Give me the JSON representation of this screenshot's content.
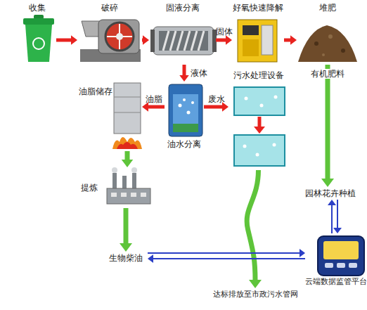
{
  "diagram": {
    "nodes": [
      {
        "text": [
          "收集"
        ]
      },
      {
        "text": [
          "破碎"
        ]
      },
      {
        "text": [
          "固液分离"
        ]
      },
      {
        "text": [
          "好氧快速降解"
        ]
      },
      {
        "text": [
          "堆肥"
        ]
      },
      {
        "text": [
          "油水分离"
        ]
      },
      {
        "text": [
          "油脂储存"
        ]
      },
      {
        "text": [
          "污水处理设备"
        ]
      },
      {
        "text": [
          "提炼"
        ]
      },
      {
        "text": [
          "生物柴油"
        ]
      },
      {
        "text": [
          "园林花卉种植"
        ]
      },
      {
        "text": [
          "云端数据监管平台"
        ]
      },
      {
        "text": [
          "达标排放至市政污水管网"
        ]
      }
    ],
    "edges": [
      {
        "from": 0,
        "to": 1,
        "arrow": "to"
      },
      {
        "from": 1,
        "to": 2,
        "arrow": "to"
      },
      {
        "from": 2,
        "to": 3,
        "label": "固体",
        "arrow": "to"
      },
      {
        "from": 3,
        "to": 4,
        "arrow": "to"
      },
      {
        "from": 2,
        "to": 5,
        "label": "液体",
        "arrow": "to"
      },
      {
        "from": 5,
        "to": 6,
        "label": "油脂",
        "arrow": "to"
      },
      {
        "from": 5,
        "to": 7,
        "label": "废水",
        "arrow": "to"
      },
      {
        "from": 4,
        "to": 10,
        "label": "有机肥料",
        "arrow": "to"
      },
      {
        "from": 6,
        "to": 8,
        "arrow": "to"
      },
      {
        "from": 8,
        "to": 9,
        "arrow": "to"
      },
      {
        "from": 7,
        "to": 12,
        "arrow": "to"
      },
      {
        "from": 10,
        "to": 11,
        "arrow": "both"
      },
      {
        "from": 9,
        "to": 11,
        "arrow": "both"
      }
    ]
  }
}
